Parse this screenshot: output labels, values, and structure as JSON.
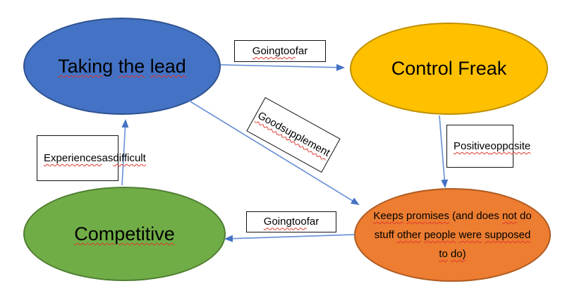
{
  "diagram": {
    "title": "personality traits core quadrant diagram",
    "background": "#ffffff",
    "arrow_color": "#6d94d6",
    "arrowhead_color": "#4472C4",
    "spellcheck_squiggle_color": "#E0362C",
    "nodes": {
      "taking_the_lead": {
        "text": "Taking the lead",
        "miss": [
          0,
          1,
          2
        ],
        "fill": "#4472C4",
        "border": "#2F528F"
      },
      "control_freak": {
        "text": "Control Freak",
        "miss": [],
        "fill": "#FFC000",
        "border": "#BF9000"
      },
      "competitive": {
        "text": "Competitive",
        "miss": [
          0
        ],
        "fill": "#70AD47",
        "border": "#507E32"
      },
      "keeps_promises": {
        "text": "Keeps promises (and does not do stuff other people were supposed to do)",
        "miss": [
          0,
          1,
          4,
          7,
          8,
          9,
          10,
          11,
          12
        ],
        "fill": "#ED7D31",
        "border": "#AE5A21"
      }
    },
    "edge_labels": {
      "going_too_far_top": {
        "text": "Going too far",
        "miss": [
          0,
          1
        ]
      },
      "good_supplement": {
        "text": "Good supplement",
        "miss": [
          0,
          1
        ]
      },
      "positive_opposite": {
        "text": "Positive opposite",
        "miss": [
          0,
          1
        ]
      },
      "experiences_as_difficult": {
        "text": "Experiences as difficult",
        "miss": [
          0,
          2
        ]
      },
      "going_too_far_bottom": {
        "text": "Going too far",
        "miss": [
          0,
          1
        ]
      }
    },
    "edges": [
      {
        "from": "taking_the_lead",
        "to": "control_freak",
        "label": "going_too_far_top"
      },
      {
        "from": "competitive",
        "to": "taking_the_lead",
        "label": "experiences_as_difficult"
      },
      {
        "from": "taking_the_lead",
        "to": "keeps_promises",
        "label": "good_supplement"
      },
      {
        "from": "control_freak",
        "to": "keeps_promises",
        "label": "positive_opposite"
      },
      {
        "from": "keeps_promises",
        "to": "competitive",
        "label": "going_too_far_bottom"
      }
    ]
  }
}
